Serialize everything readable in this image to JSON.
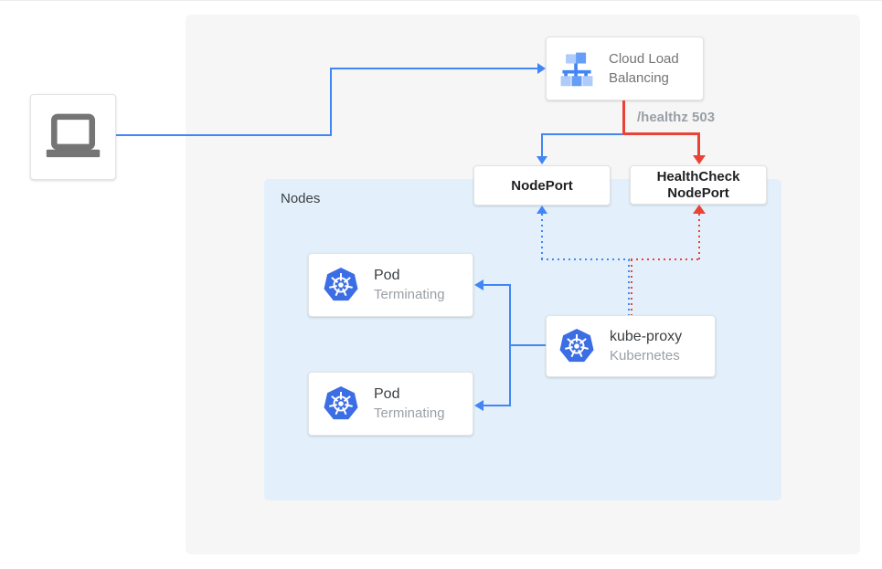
{
  "colors": {
    "blue": "#4285f4",
    "red": "#ea4335",
    "nodes_bg": "#e3f0fc",
    "canvas_bg": "#f6f6f6",
    "card_border": "#e3e3e3",
    "title_text": "#3c4043",
    "muted_text": "#9aa0a6",
    "dark_text": "#202124",
    "gray_text": "#757575",
    "icon_gray": "#757575",
    "k8s_blue": "#3b6de4"
  },
  "load_balancer": {
    "line1": "Cloud Load",
    "line2": "Balancing"
  },
  "health_label": "/healthz 503",
  "node_port": {
    "label": "NodePort"
  },
  "health_check_node_port": {
    "line1": "HealthCheck",
    "line2": "NodePort"
  },
  "nodes": {
    "label": "Nodes"
  },
  "pods": [
    {
      "title": "Pod",
      "status": "Terminating"
    },
    {
      "title": "Pod",
      "status": "Terminating"
    }
  ],
  "kube_proxy": {
    "title": "kube-proxy",
    "subtitle": "Kubernetes"
  }
}
